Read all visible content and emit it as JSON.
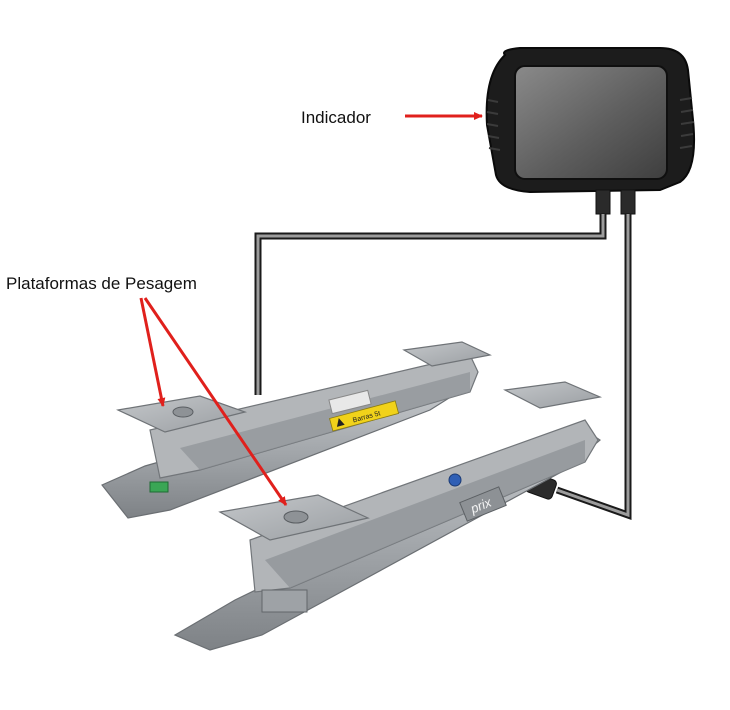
{
  "labels": {
    "indicator": "Indicador",
    "platforms": "Plataformas de Pesagem"
  },
  "device_markings": {
    "warning_sticker": "Barras 5t",
    "brand": "prix"
  },
  "colors": {
    "arrow": "#e0201c",
    "cable": "#3a3a3a",
    "metal": "#a6aaae",
    "indicator_body": "#1c1c1c"
  }
}
